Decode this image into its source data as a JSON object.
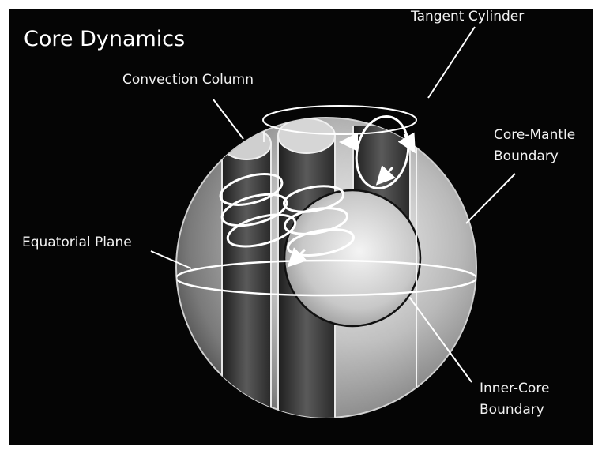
{
  "diagram": {
    "title": "Core Dynamics",
    "labels": {
      "convection_column": "Convection Column",
      "tangent_cylinder": "Tangent Cylinder",
      "core_mantle_boundary_line1": "Core-Mantle",
      "core_mantle_boundary_line2": "Boundary",
      "equatorial_plane": "Equatorial Plane",
      "inner_core_boundary_line1": "Inner-Core",
      "inner_core_boundary_line2": "Boundary"
    }
  },
  "colors": {
    "background": "#050505",
    "line": "#ffffff",
    "text": "#f2f2f2"
  }
}
